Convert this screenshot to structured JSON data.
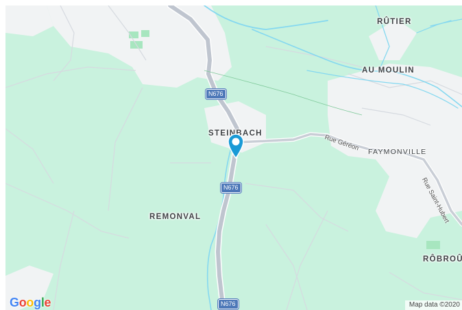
{
  "colors": {
    "land": "#c9f2de",
    "urban": "#f1f3f4",
    "water": "#84d8f0",
    "road": "#bfc5cf",
    "shield": "#4d78b8",
    "pin": "#1a9ad6"
  },
  "places": {
    "rutier": "RÛTIER",
    "au_moulin": "AU MOULIN",
    "steinbach": "STEINBACH",
    "faymonville": "FAYMONVILLE",
    "remonval": "REMONVAL",
    "robrou": "RÔBROÛ"
  },
  "roads": {
    "n676_top": "N676",
    "n676_mid": "N676",
    "n676_bottom": "N676"
  },
  "streets": {
    "rue_gereon": "Rue Géréon",
    "rue_saint_hubert": "Rue Saint-Hubert"
  },
  "logo": {
    "text": "Google",
    "letters": [
      "G",
      "o",
      "o",
      "g",
      "l",
      "e"
    ],
    "letter_colors": [
      "#4285F4",
      "#EA4335",
      "#FBBC05",
      "#4285F4",
      "#34A853",
      "#EA4335"
    ]
  },
  "attribution": "Map data ©2020",
  "marker": {
    "icon": "map-pin-icon"
  }
}
